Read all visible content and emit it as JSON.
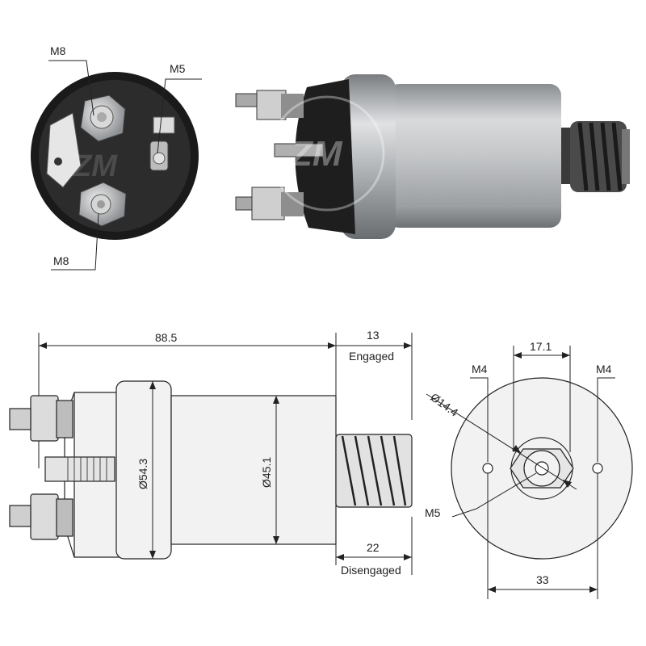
{
  "top_view": {
    "terminal_top": "M8",
    "terminal_small": "M5",
    "terminal_bottom": "M8"
  },
  "side_drawing": {
    "body_length": "88.5",
    "engaged_travel": "13",
    "engaged_label": "Engaged",
    "disengaged_travel": "22",
    "disengaged_label": "Disengaged",
    "flange_diameter": "Ø54.3",
    "body_diameter": "Ø45.1"
  },
  "end_drawing": {
    "hole_spacing": "17.1",
    "mount_left": "M4",
    "mount_right": "M4",
    "plunger_diameter": "Ø14.4",
    "center_thread": "M5",
    "mount_span": "33"
  },
  "colors": {
    "line": "#222222",
    "body_fill": "#f2f2f2",
    "dark": "#1e1e1e",
    "metal": "#b9bcbf"
  }
}
